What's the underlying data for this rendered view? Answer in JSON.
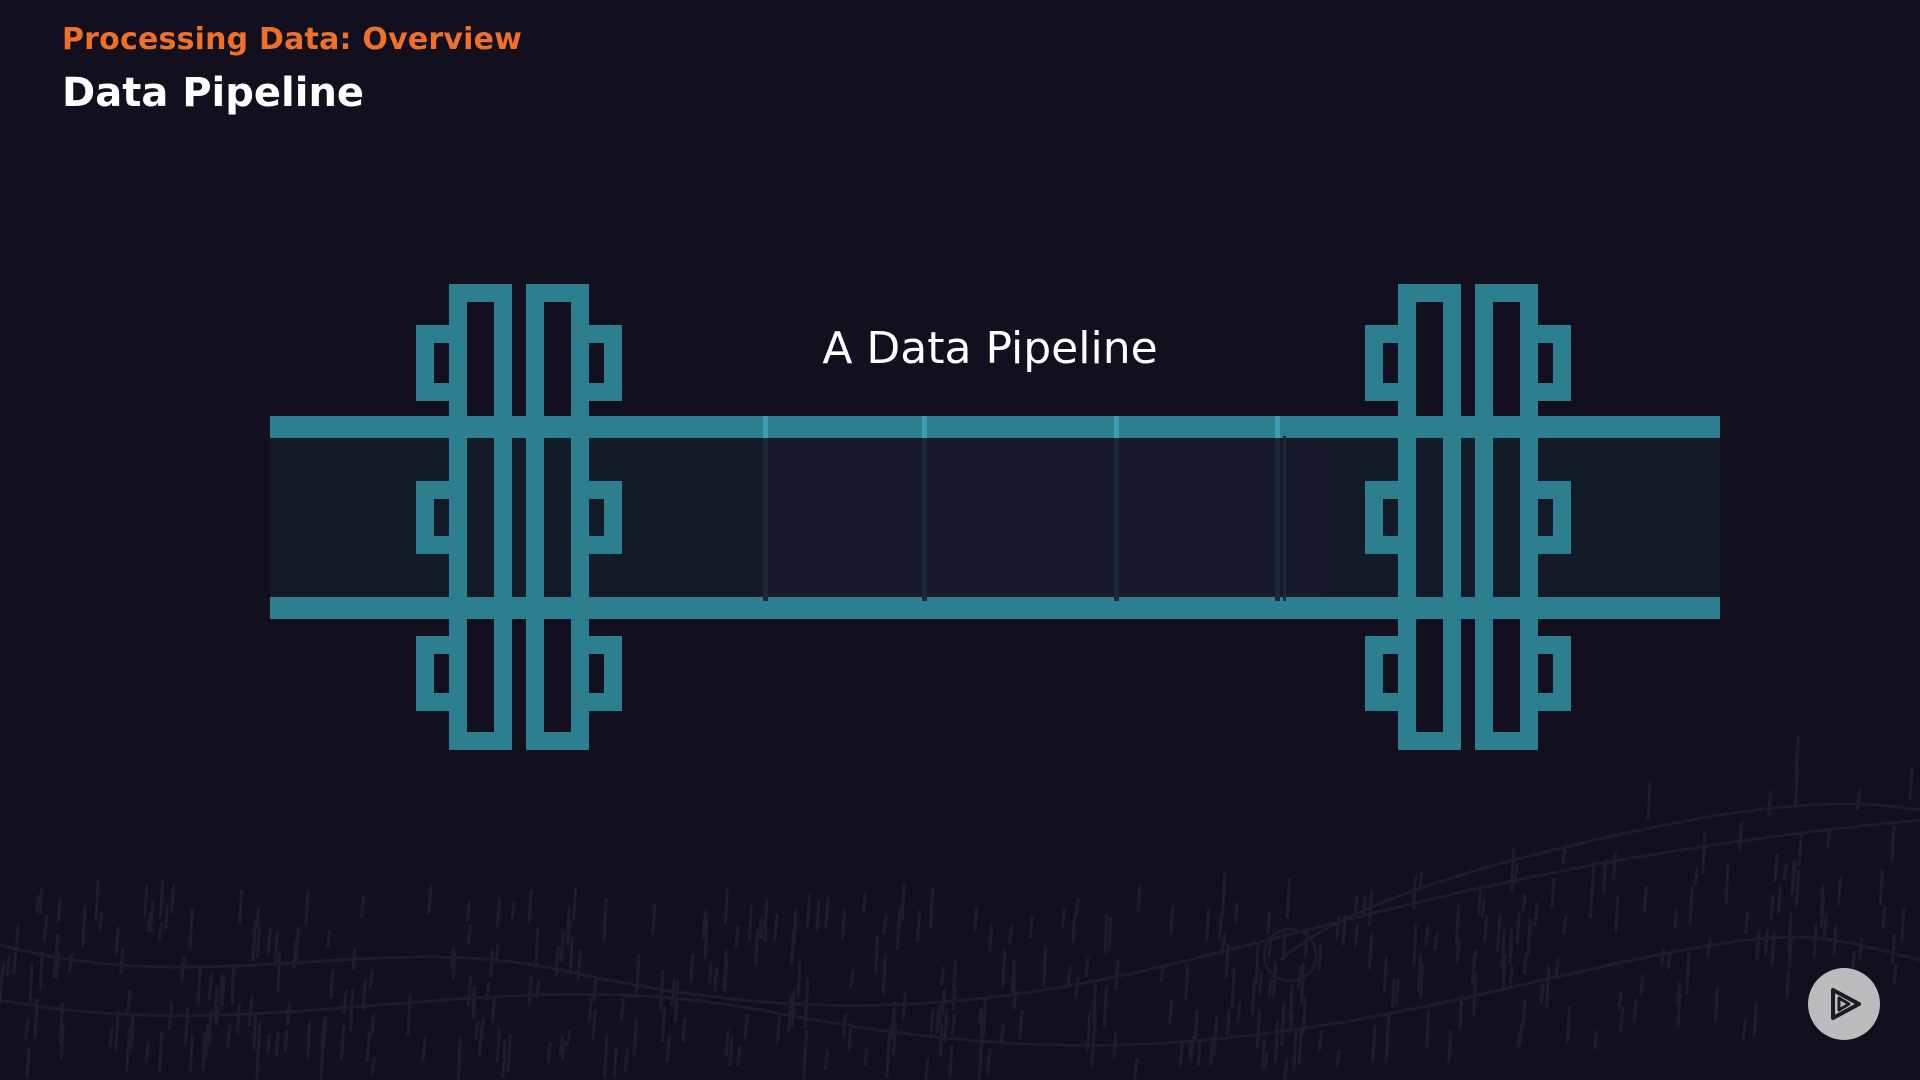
{
  "slide": {
    "subtitle": "Processing Data: Overview",
    "title": "Data Pipeline"
  },
  "diagram": {
    "label": "A Data Pipeline"
  },
  "controls": {
    "logo_icon": "play-logo-icon"
  },
  "colors": {
    "background": "#120f1e",
    "accent_orange": "#f0702a",
    "pipe_teal": "#2b7f8f",
    "pipe_interior": "#141b28",
    "title_white": "#ffffff"
  }
}
